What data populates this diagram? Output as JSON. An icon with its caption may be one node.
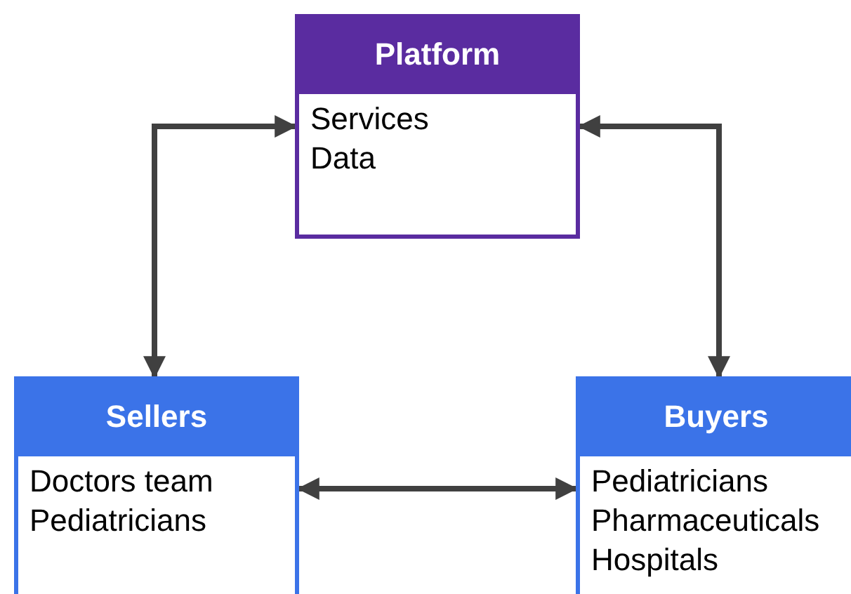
{
  "diagram": {
    "nodes": [
      {
        "text": [
          "Platform",
          "Services",
          "Data"
        ]
      },
      {
        "text": [
          "Sellers",
          "Doctors team",
          "Pediatricians"
        ]
      },
      {
        "text": [
          "Buyers",
          "Pediatricians",
          "Pharmaceuticals",
          "Hospitals"
        ]
      }
    ],
    "edges": [
      {
        "from": 0,
        "to": 1,
        "arrow": "both"
      },
      {
        "from": 0,
        "to": 2,
        "arrow": "both"
      },
      {
        "from": 1,
        "to": 2,
        "arrow": "both"
      }
    ]
  }
}
